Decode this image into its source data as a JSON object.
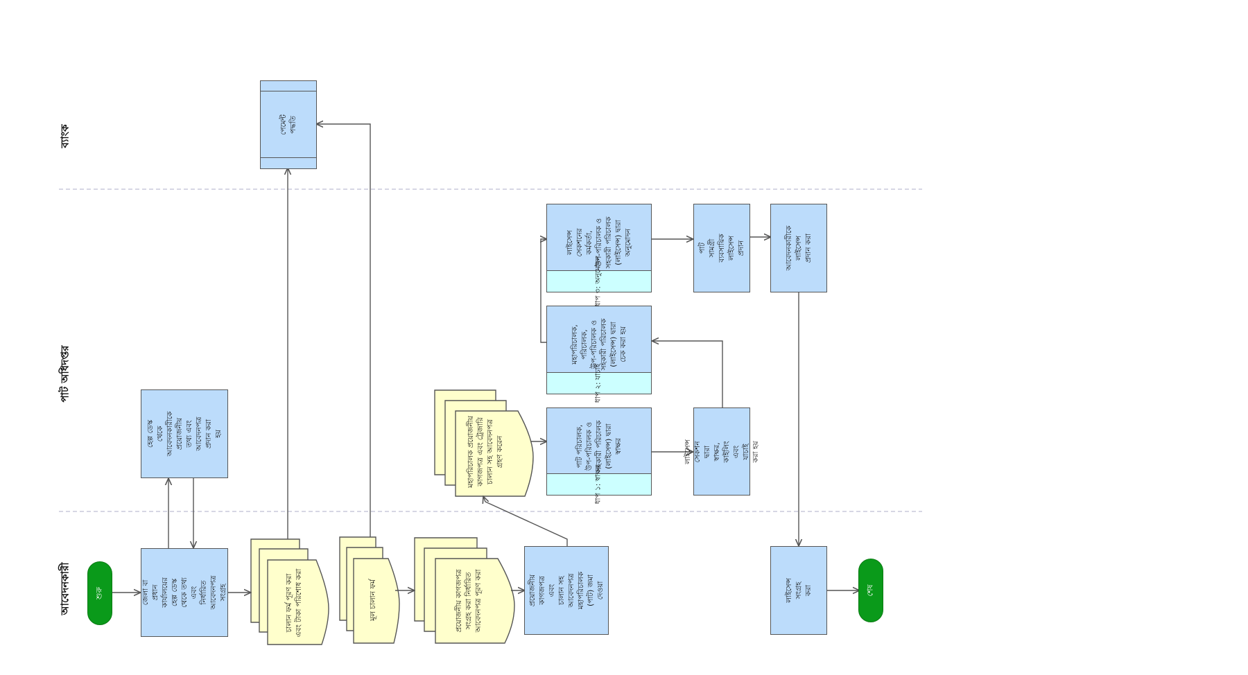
{
  "lanes": {
    "bank": "ব্যাংক",
    "jute_directorate": "পাট অধিদপ্তর",
    "applicant": "আবেদনকারী"
  },
  "nodes": {
    "start": "শুরু",
    "end": "শেষ",
    "collect_forms": "জেলা বা প্রধান কার্যালয়ের\nহেল্প ডেস্ক থেকে তথ্য এবং\nনির্ধারিত আবেদনপত্র\nসংগ্রহ",
    "help_desk_info": "হেল্প ডেস্ক থেকে\nআবেদনকারীকে\nপ্রয়োজনীয় তথ্য এবং\nআবেদনপত্র প্রদান করা\nহয়",
    "challan_fill": "চালান ফর্ম পূরণ করা\nএবং টাকা পরিশোধ করা",
    "payment_method": "পেমেন্ট পদ্ধতি",
    "original_challan": "মূল চালান ফর্ম",
    "documents_fill": "প্রয়োজনীয় কাগজপত্র\nসংগ্রহ করা নির্ধারিত\nআবেদনপত্র পূরণ করা",
    "submit_application": "প্রয়োজনীয় কাগজপত্র এবং\nচালান সহ আবেদনপত্র\nমহাপরিচালক (পাট) জমা\nদেওয়া",
    "dg_receives": "মহাপরিচালক প্রয়োজনীয়\nকাগজপত্র এবং ট্রেজারি\nচালান সহ আবেদনপত্র\nগ্রহণ করেন",
    "sign_step": "পাট পরিচালক,\nউপ-পরিচালক ও\nসহকারী পরিচালক\n(লাইসেন্স) দ্বারা\nস্বাক্ষর",
    "sign_step_no": "ধাপ ১: স্বাক্ষর",
    "check_step": "মহাপরিচালক,\nপরিচালক,\nউপ-পরিচালক ও\nসহকারী পরিচালক\n(লাইসেন্স) দ্বারা\nচেক করা হয়",
    "check_step_no": "ধাপ ২: যাচাই",
    "approve_step": "লাইসেন্স সেকশনের\nকর্মকর্তা,\nউপ-পরিচালক ও\nসহকারী পরিচালক\n(লাইসেন্স) দ্বারা\nঅনুমোদন",
    "approve_step_no": "ধাপ ৩: অনুমোদন",
    "license_clerk": "লাইসেন্স সেকশন দ্বারা\nস্বাক্ষর, কাইলিং এবং\nযাচাই করা হয়",
    "jute_license_issue": "পাট সামগ্রী ব্যবসায়িক\nলাইসেন্স প্রদান",
    "provide_license": "আবেদনকারীকে লাইসেন্স\nপ্রদান করা",
    "collect_license": "লাইসেন্স সংগ্রহ করা"
  },
  "colors": {
    "process": "#bcdcfb",
    "document": "#ffffcc",
    "step": "#ccffff",
    "terminal": "#0a9a1a",
    "lane_divider": "#c8c8dc"
  }
}
